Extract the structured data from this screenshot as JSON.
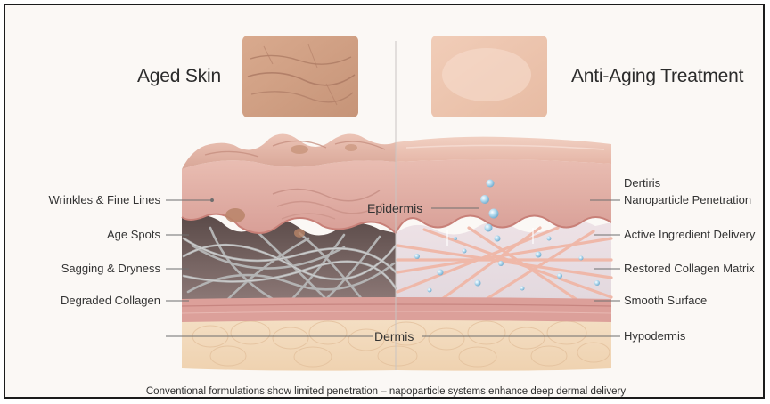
{
  "titles": {
    "left": "Aged Skin",
    "right": "Anti-Aging Treatment"
  },
  "layer_labels": {
    "epidermis": "Epidermis",
    "dermis": "Dermis"
  },
  "left_labels": [
    "Wrinkles & Fine Lines",
    "Age Spots",
    "Sagging & Dryness",
    "Degraded Collagen"
  ],
  "right_labels": [
    "Dertiris",
    "Nanoparticle Penetration",
    "Active Ingredient Delivery",
    "Restored Collagen Matrix",
    "Smooth Surface",
    "Hypodermis"
  ],
  "caption": "Conventional formulations show limited penetration – napoparticle systems enhance deep dermal delivery",
  "colors": {
    "epidermis": "#e8b8ae",
    "dermis_band": "#d99a94",
    "hypodermis": "#f3dcc0",
    "collagen_aged": "#a7a7a7",
    "collagen_restored": "#eeb7a8",
    "nanoparticle": "#8fc4e0"
  }
}
